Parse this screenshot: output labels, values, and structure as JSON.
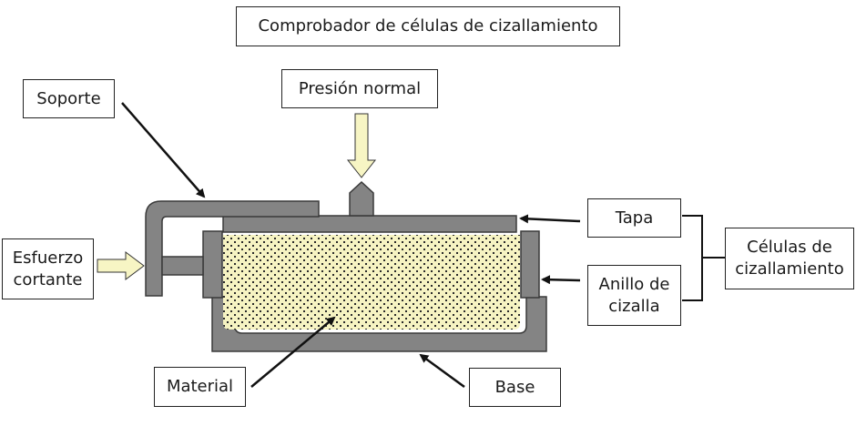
{
  "title": "Comprobador de células de cizallamiento",
  "labels": {
    "support": "Soporte",
    "normal_pressure": "Presión normal",
    "shear_stress": "Esfuerzo\ncortante",
    "lid": "Tapa",
    "shear_ring": "Anillo de\ncizalla",
    "shear_cells": "Células de\ncizallamiento",
    "material": "Material",
    "base": "Base"
  },
  "colors": {
    "metal": "#848484",
    "metal_edge": "#3a3a3a",
    "material_fill": "#f6f3c2",
    "material_dots": "#2a2a2a",
    "load_arrow": "#f7f5c4",
    "pointer": "#111111"
  }
}
